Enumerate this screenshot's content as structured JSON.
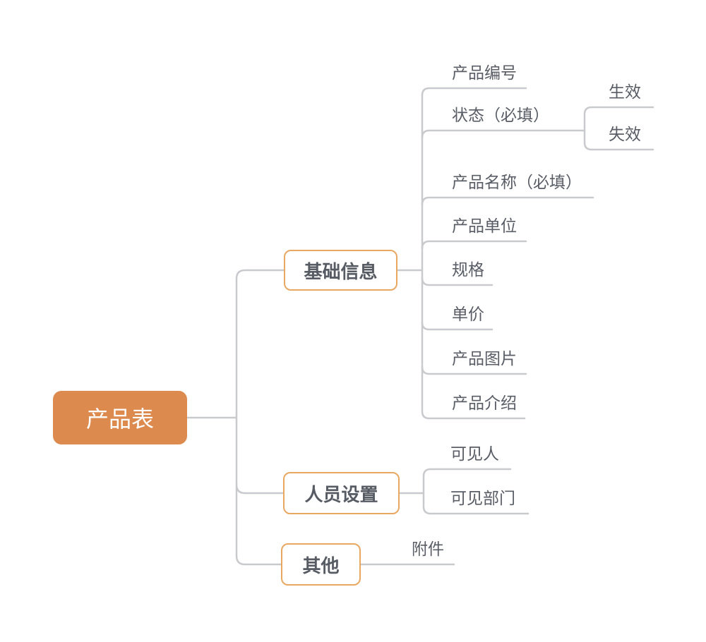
{
  "diagram": {
    "type": "mindmap",
    "colors": {
      "root_fill": "#DC8A4E",
      "root_text": "#FFFFFF",
      "branch_border": "#E9A862",
      "branch_text": "#575B63",
      "leaf_text": "#595D66",
      "connector": "#C9CACE",
      "background": "#FFFFFF"
    },
    "root": {
      "label": "产品表"
    },
    "branches": [
      {
        "label": "基础信息",
        "children": [
          {
            "label": "产品编号"
          },
          {
            "label": "状态（必填）",
            "children": [
              {
                "label": "生效"
              },
              {
                "label": "失效"
              }
            ]
          },
          {
            "label": "产品名称（必填）"
          },
          {
            "label": "产品单位"
          },
          {
            "label": "规格"
          },
          {
            "label": "单价"
          },
          {
            "label": "产品图片"
          },
          {
            "label": "产品介绍"
          }
        ]
      },
      {
        "label": "人员设置",
        "children": [
          {
            "label": "可见人"
          },
          {
            "label": "可见部门"
          }
        ]
      },
      {
        "label": "其他",
        "children": [
          {
            "label": "附件"
          }
        ]
      }
    ]
  }
}
